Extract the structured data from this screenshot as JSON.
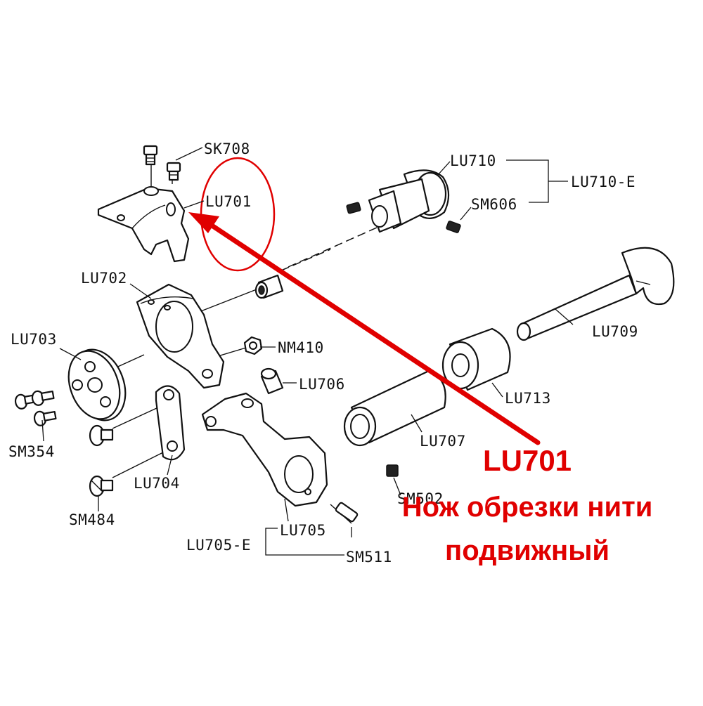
{
  "labels": {
    "sk708": "SK708",
    "lu701": "LU701",
    "lu710": "LU710",
    "lu710e": "LU710-E",
    "sm606": "SM606",
    "lu702": "LU702",
    "lu703": "LU703",
    "nm410": "NM410",
    "lu709": "LU709",
    "lu706": "LU706",
    "lu713": "LU713",
    "sm354": "SM354",
    "lu707": "LU707",
    "lu704": "LU704",
    "sm502": "SM502",
    "sm484": "SM484",
    "lu705": "LU705",
    "lu705e": "LU705-E",
    "sm511": "SM511"
  },
  "caption": {
    "part_code": "LU701",
    "line1": "Нож обрезки нити",
    "line2": "подвижный"
  },
  "colors": {
    "highlight": "#e00000",
    "line": "#111111",
    "background": "#ffffff"
  }
}
